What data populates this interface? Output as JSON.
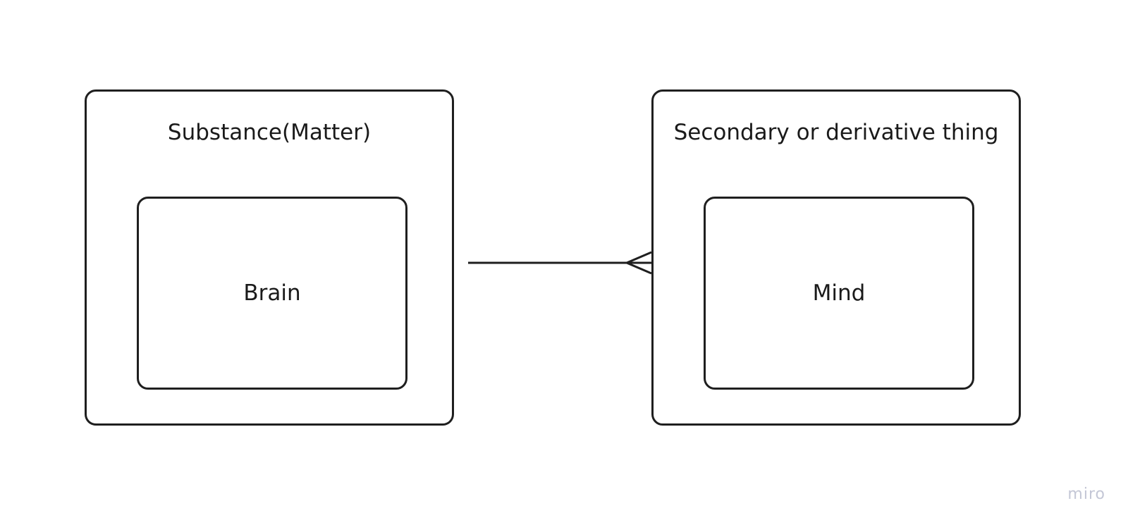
{
  "diagram": {
    "left_container": {
      "title": "Substance(Matter)",
      "inner_label": "Brain"
    },
    "right_container": {
      "title": "Secondary or derivative thing",
      "inner_label": "Mind"
    },
    "relationship": {
      "from": "Substance(Matter)",
      "to": "Secondary or derivative thing",
      "notation": "one-to-many (crow's foot at Secondary or derivative thing)"
    }
  },
  "watermark": "miro",
  "colors": {
    "stroke": "#1f1f1f",
    "background": "#ffffff",
    "watermark": "#c4c7d6"
  }
}
